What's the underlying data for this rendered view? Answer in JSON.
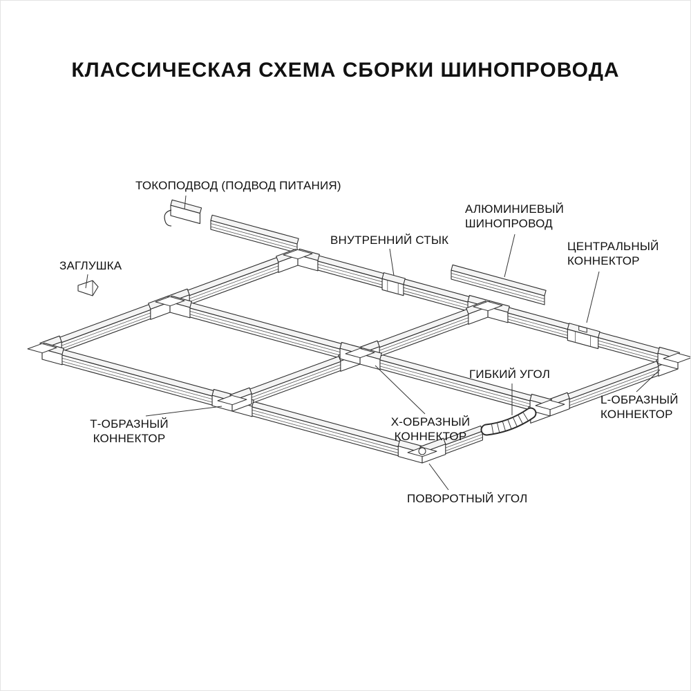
{
  "title": "КЛАССИЧЕСКАЯ СХЕМА СБОРКИ ШИНОПРОВОДА",
  "labels": {
    "power_feed": "ТОКОПОДВОД (ПОДВОД ПИТАНИЯ)",
    "end_cap": "ЗАГЛУШКА",
    "inner_joint": "ВНУТРЕННИЙ СТЫК",
    "aluminum_track": "АЛЮМИНИЕВЫЙ\nШИНОПРОВОД",
    "central_connector": "ЦЕНТРАЛЬНЫЙ\nКОННЕКТОР",
    "flexible_corner": "ГИБКИЙ УГОЛ",
    "l_connector": "L-ОБРАЗНЫЙ\nКОННЕКТОР",
    "t_connector": "Т-ОБРАЗНЫЙ\nКОННЕКТОР",
    "x_connector": "Х-ОБРАЗНЫЙ\nКОННЕКТОР",
    "turn_corner": "ПОВОРОТНЫЙ УГОЛ"
  },
  "colors": {
    "ink": "#111111",
    "line": "#2b2b2b",
    "background": "#ffffff"
  }
}
